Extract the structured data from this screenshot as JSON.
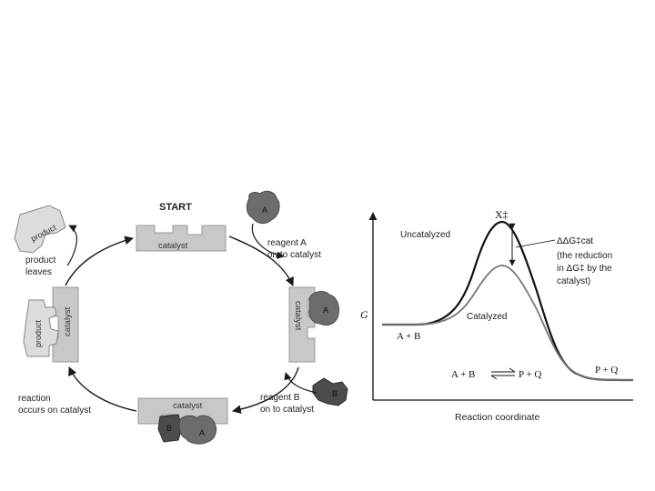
{
  "cycle": {
    "start_label": "START",
    "catalyst_label": "catalyst",
    "product_label": "product",
    "reagent_a_letter": "A",
    "reagent_b_letter": "B",
    "step_reagent_a": [
      "reagent A",
      "on to catalyst"
    ],
    "step_reagent_b": [
      "reagent B",
      "on to catalyst"
    ],
    "step_reaction": [
      "reaction",
      "occurs on catalyst"
    ],
    "step_product_leaves": [
      "product",
      "leaves"
    ],
    "colors": {
      "catalyst": "#c8c8c8",
      "reagent_a": "#6c6c6c",
      "reagent_b": "#4c4c4c",
      "product": "#d8d8d8"
    }
  },
  "energy_diagram": {
    "y_axis_label": "G",
    "x_axis_label": "Reaction coordinate",
    "transition_state_label": "X‡",
    "uncatalyzed_label": "Uncatalyzed",
    "catalyzed_label": "Catalyzed",
    "reactants_label": "A + B",
    "products_label": "P + Q",
    "equation": {
      "left": "A + B",
      "right": "P + Q"
    },
    "annotation_symbol": "ΔΔG‡cat",
    "annotation_lines": [
      "(the reduction",
      "in ΔG‡ by the",
      "catalyst)"
    ]
  }
}
